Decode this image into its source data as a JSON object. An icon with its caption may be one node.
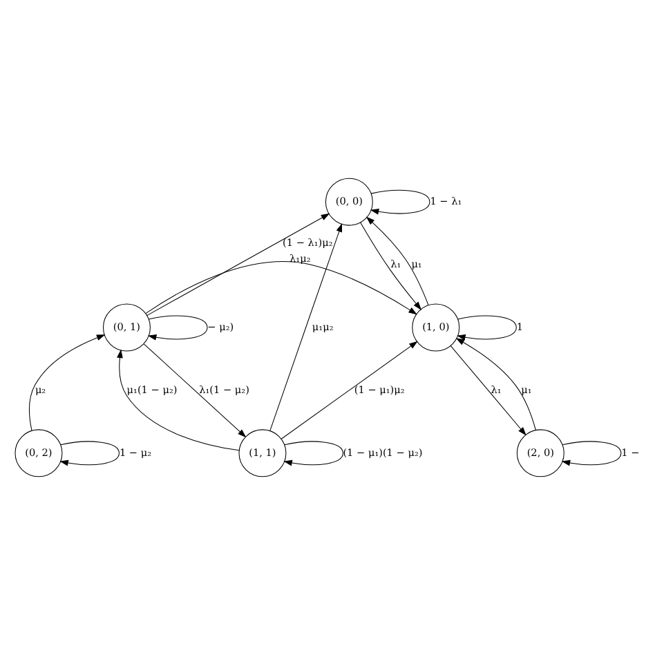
{
  "diagram": {
    "nodes": [
      {
        "text": [
          "(0, 0)"
        ]
      },
      {
        "text": [
          "(0, 1)"
        ]
      },
      {
        "text": [
          "(1, 0)"
        ]
      },
      {
        "text": [
          "(0, 2)"
        ]
      },
      {
        "text": [
          "(1, 1)"
        ]
      },
      {
        "text": [
          "(2, 0)"
        ]
      }
    ],
    "edges": [
      {
        "from": 0,
        "to": 0,
        "arrow": "to",
        "label": "1 − λ₁"
      },
      {
        "from": 1,
        "to": 0,
        "arrow": "to",
        "label": "(1 − λ₁)μ₂"
      },
      {
        "from": 0,
        "to": 2,
        "arrow": "to",
        "label": "λ₁"
      },
      {
        "from": 2,
        "to": 0,
        "arrow": "to",
        "label": "μ₁"
      },
      {
        "from": 1,
        "to": 2,
        "arrow": "to",
        "label": "λ₁μ₂"
      },
      {
        "from": 4,
        "to": 0,
        "arrow": "to",
        "label": "μ₁μ₂"
      },
      {
        "from": 1,
        "to": 1,
        "arrow": "to",
        "label": "− μ₂)"
      },
      {
        "from": 2,
        "to": 2,
        "arrow": "to",
        "label": "1"
      },
      {
        "from": 3,
        "to": 1,
        "arrow": "to",
        "label": "μ₂"
      },
      {
        "from": 1,
        "to": 4,
        "arrow": "to",
        "label": "λ₁(1 − μ₂)"
      },
      {
        "from": 4,
        "to": 1,
        "arrow": "to",
        "label": "μ₁(1 − μ₂)"
      },
      {
        "from": 4,
        "to": 2,
        "arrow": "to",
        "label": "(1 − μ₁)μ₂"
      },
      {
        "from": 2,
        "to": 5,
        "arrow": "to",
        "label": "λ₁"
      },
      {
        "from": 5,
        "to": 2,
        "arrow": "to",
        "label": "μ₁"
      },
      {
        "from": 3,
        "to": 3,
        "arrow": "to",
        "label": "1 − μ₂"
      },
      {
        "from": 4,
        "to": 4,
        "arrow": "to",
        "label": "(1 − μ₁)(1 − μ₂)"
      },
      {
        "from": 5,
        "to": 5,
        "arrow": "to",
        "label": "1 −"
      }
    ]
  }
}
